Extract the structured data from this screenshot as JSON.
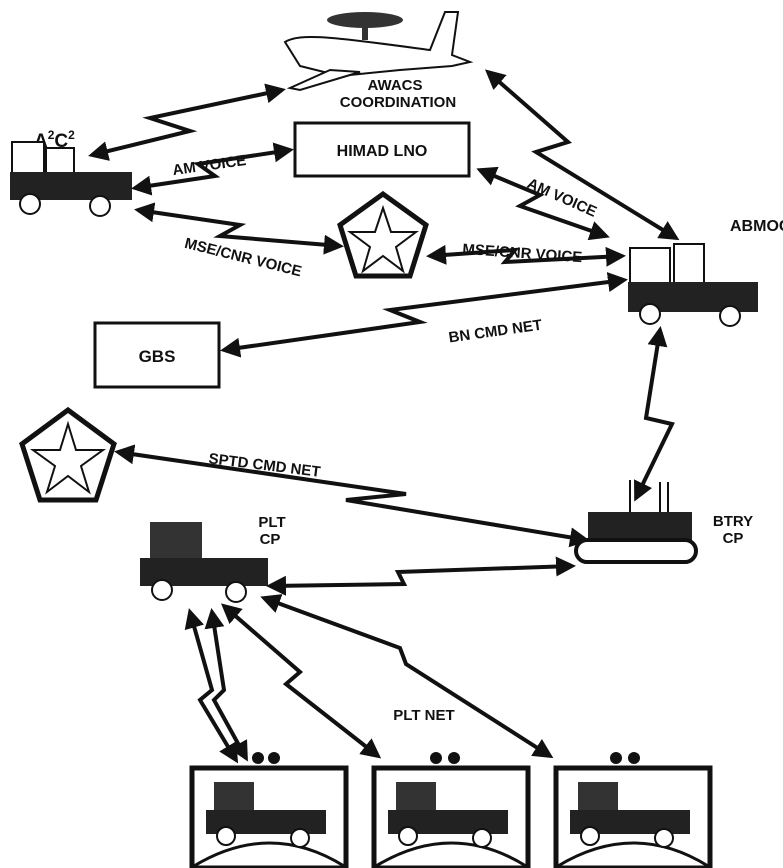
{
  "nodes": {
    "awacs": {
      "line1": "AWACS",
      "line2": "COORDINATION"
    },
    "a2c2": {
      "base1": "A",
      "sup1": "2",
      "base2": "C",
      "sup2": "2"
    },
    "himad": "HIMAD LNO",
    "gbs": "GBS",
    "abmoc": "ABMOC",
    "plt_cp": {
      "line1": "PLT",
      "line2": "CP"
    },
    "btry_cp": {
      "line1": "BTRY",
      "line2": "CP"
    }
  },
  "links": {
    "am_voice_left": "AM VOICE",
    "am_voice_right": "AM VOICE",
    "mse_left": "MSE/CNR VOICE",
    "mse_right": "MSE/CNR VOICE",
    "bn_cmd": "BN CMD NET",
    "sptd_cmd": "SPTD CMD NET",
    "plt_net": "PLT NET"
  }
}
